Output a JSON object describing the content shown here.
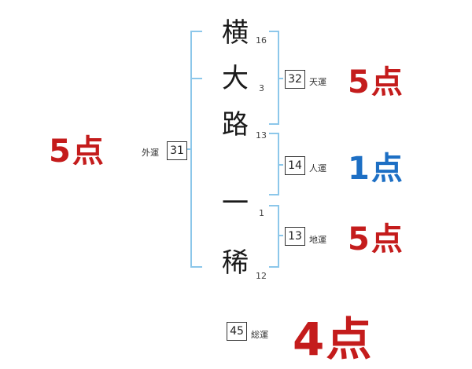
{
  "colors": {
    "bracket": "#8cc7ea",
    "red": "#c41c1c",
    "blue": "#1d6fc4"
  },
  "name": {
    "chars": [
      {
        "char": "横",
        "strokes": "16"
      },
      {
        "char": "大",
        "strokes": "3"
      },
      {
        "char": "路",
        "strokes": "13"
      },
      {
        "char": "一",
        "strokes": "1"
      },
      {
        "char": "稀",
        "strokes": "12"
      }
    ]
  },
  "fortunes": {
    "gaiun": {
      "label": "外運",
      "value": "31",
      "score": "5点"
    },
    "tenun": {
      "label": "天運",
      "value": "32",
      "score": "5点"
    },
    "jinun": {
      "label": "人運",
      "value": "14",
      "score": "1点"
    },
    "chiun": {
      "label": "地運",
      "value": "13",
      "score": "5点"
    },
    "souun": {
      "label": "総運",
      "value": "45",
      "score": "4点"
    }
  }
}
